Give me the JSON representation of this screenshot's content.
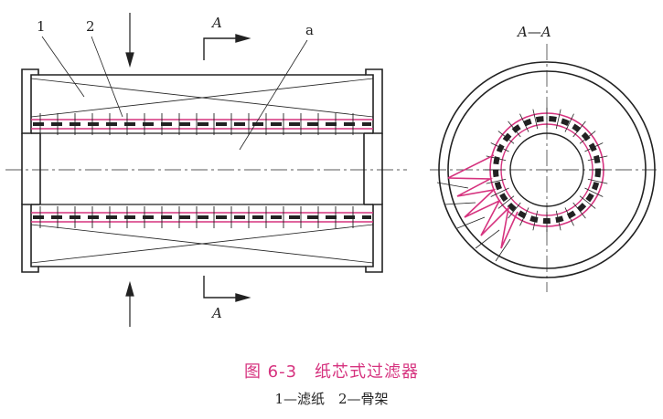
{
  "labels": {
    "part1": "1",
    "part2": "2",
    "cavity": "a",
    "section_top": "A",
    "section_bottom": "A",
    "section_view": "A—A"
  },
  "caption": {
    "title": "图 6-3　纸芯式过滤器",
    "legend": "1—滤纸　2—骨架"
  },
  "colors": {
    "line": "#222222",
    "accent": "#d6337f"
  }
}
